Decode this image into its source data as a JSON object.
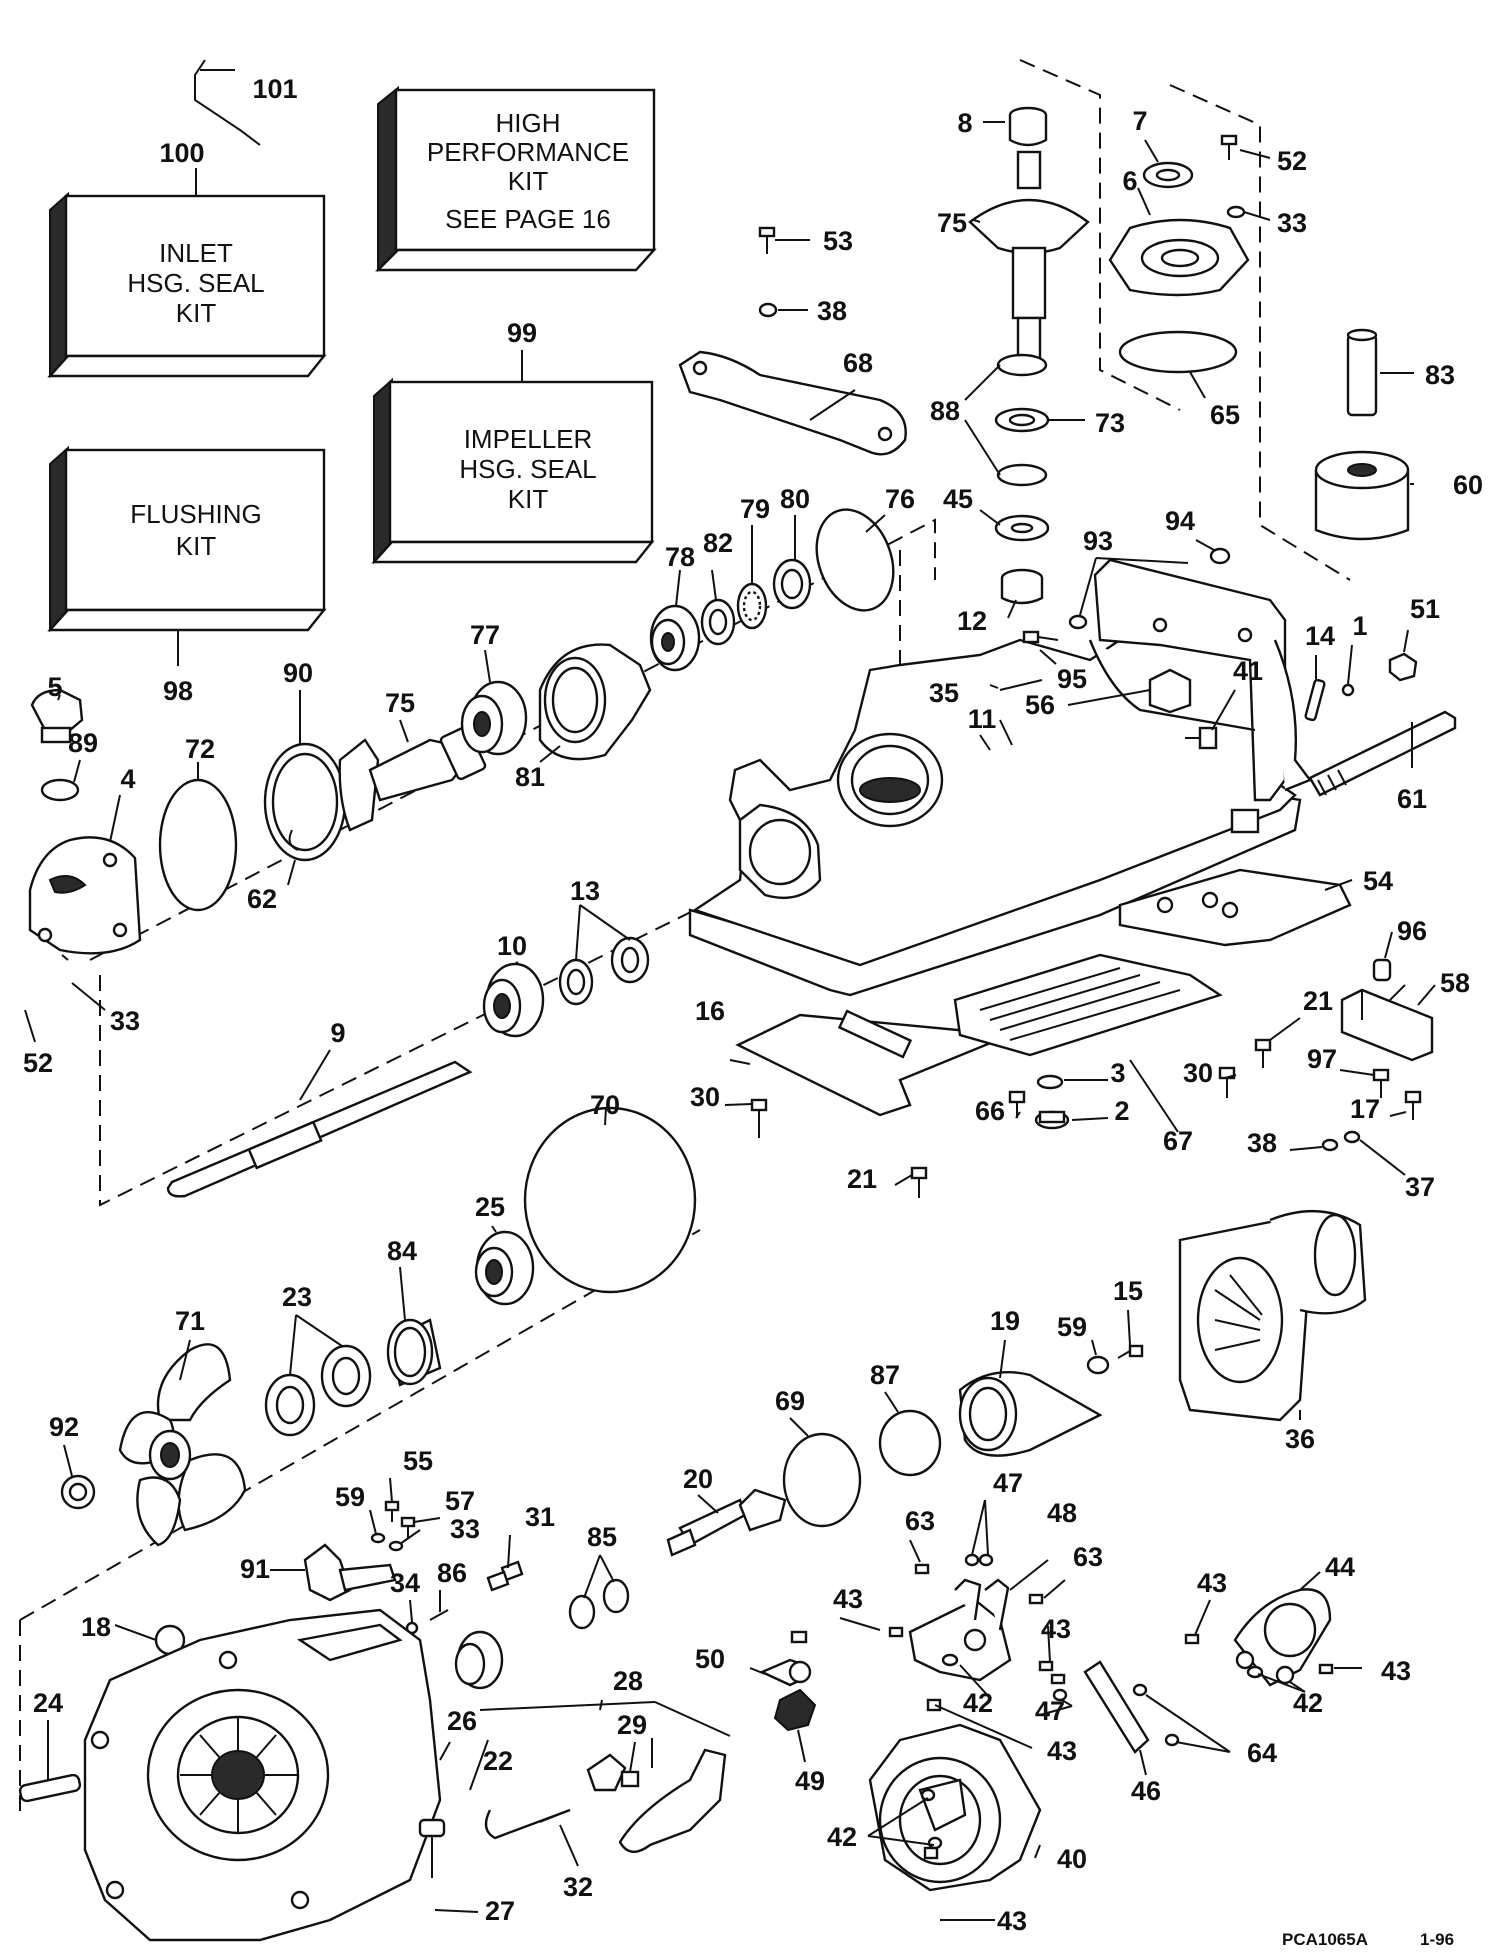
{
  "kits": [
    {
      "id": "inlet",
      "lines": [
        "INLET",
        "HSG. SEAL",
        "KIT"
      ],
      "callout": "100"
    },
    {
      "id": "highperf",
      "lines": [
        "HIGH",
        "PERFORMANCE",
        "KIT",
        "SEE PAGE 16"
      ],
      "callout": ""
    },
    {
      "id": "impeller",
      "lines": [
        "IMPELLER",
        "HSG. SEAL",
        "KIT"
      ],
      "callout": "99"
    },
    {
      "id": "flushing",
      "lines": [
        "FLUSHING",
        "KIT"
      ],
      "callout": "98"
    }
  ],
  "callouts": [
    "101",
    "100",
    "99",
    "98",
    "8",
    "7",
    "52",
    "6",
    "33",
    "75",
    "53",
    "38",
    "83",
    "68",
    "88",
    "73",
    "65",
    "60",
    "45",
    "94",
    "93",
    "80",
    "76",
    "79",
    "82",
    "78",
    "77",
    "12",
    "51",
    "1",
    "14",
    "95",
    "41",
    "35",
    "56",
    "11",
    "5",
    "90",
    "75",
    "89",
    "72",
    "61",
    "4",
    "81",
    "62",
    "54",
    "13",
    "10",
    "96",
    "58",
    "33",
    "52",
    "9",
    "16",
    "21",
    "30",
    "3",
    "97",
    "66",
    "2",
    "17",
    "30",
    "70",
    "67",
    "38",
    "37",
    "21",
    "25",
    "84",
    "15",
    "23",
    "59",
    "71",
    "19",
    "36",
    "87",
    "69",
    "92",
    "55",
    "57",
    "59",
    "20",
    "47",
    "33",
    "48",
    "31",
    "91",
    "63",
    "63",
    "85",
    "86",
    "34",
    "43",
    "43",
    "44",
    "18",
    "43",
    "50",
    "28",
    "42",
    "42",
    "43",
    "24",
    "22",
    "26",
    "29",
    "47",
    "64",
    "49",
    "43",
    "46",
    "42",
    "40",
    "32",
    "27",
    "43"
  ],
  "footer": {
    "code": "PCA1065A",
    "date": "1-96"
  }
}
